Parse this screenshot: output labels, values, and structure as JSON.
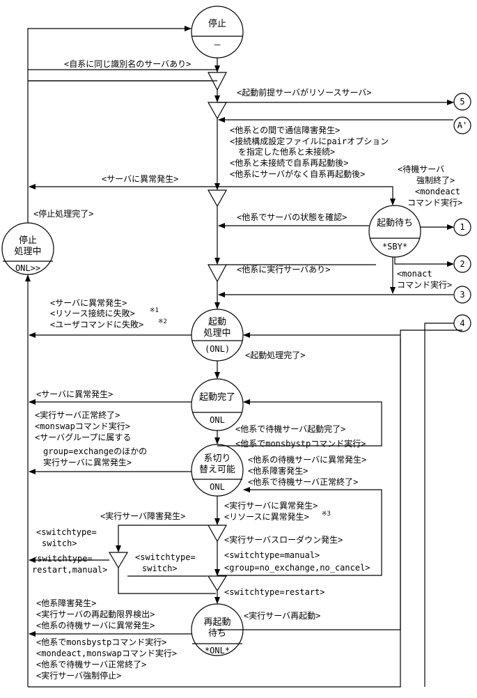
{
  "states": {
    "stop": {
      "name": "停止",
      "sub": "－"
    },
    "stopping": {
      "name1": "停止",
      "name2": "処理中",
      "sub": "ONL>>"
    },
    "standby": {
      "name": "起動待ち",
      "sub": "*SBY*"
    },
    "starting": {
      "name1": "起動",
      "name2": "処理中",
      "sub": "(ONL)"
    },
    "started": {
      "name": "起動完了",
      "sub": "ONL"
    },
    "switchable": {
      "name1": "系切り",
      "name2": "替え可能",
      "sub": "ONL"
    },
    "restartwait": {
      "name1": "再起動",
      "name2": "待ち",
      "sub": "*ONL*"
    }
  },
  "connectors": {
    "c5": "5",
    "cA": "A'",
    "c1": "1",
    "c2": "2",
    "c3": "3",
    "c4": "4"
  },
  "labels": {
    "same_name": "<自系に同じ識別名のサーバあり>",
    "prereq": "<起動前提サーバがリソースサーバ>",
    "comm1": "<他系との間で通信障害発生>",
    "comm2": "<接続構成設定ファイルにpairオプション",
    "comm3": "を指定した他系と未接続>",
    "comm4": "<他系と未接続で自系再起動後>",
    "comm5": "<他系にサーバがなく自系再起動後>",
    "server_err1": "<サーバに異常発生>",
    "force1": "<待機サーバ",
    "force2": "強制終了>",
    "force3": "<mondeact",
    "force4": "コマンド実行>",
    "stop_done": "<停止処理完了>",
    "confirm": "<他系でサーバの状態を確認>",
    "exec_exists": "<他系に実行サーバあり>",
    "monact1": "<monact",
    "monact2": "コマンド実行>",
    "start_fail1": "<サーバに異常発生>",
    "start_fail2": "<リソース接続に失敗>",
    "start_fail2_note": "※1",
    "start_fail3": "<ユーザコマンドに失敗>",
    "start_fail3_note": "※2",
    "start_done": "<起動処理完了>",
    "server_err2": "<サーバに異常発生>",
    "sw1": "<実行サーバ正常終了>",
    "sw2": "<monswapコマンド実行>",
    "sw3": "<サーバグループに属する",
    "sw4": "group=exchangeのほかの",
    "sw5": "実行サーバに異常発生>",
    "back1": "<他系で待機サーバ起動完了>",
    "back2": "<他系でmonsbystpコマンド実行>",
    "back3": "<他系の待機サーバに異常発生>",
    "back4": "<他系障害発生>",
    "back5": "<他系で待機サーバ正常終了>",
    "exec_fail": "<実行サーバ障害発生>",
    "ex1": "<実行サーバに異常発生>",
    "ex2": "<リソースに異常発生>",
    "ex2_note": "※3",
    "slowdown": "<実行サーバスローダウン発生>",
    "manual1": "<switchtype=manual>",
    "manual2": "<group=no_exchange,no_cancel>",
    "st_switch1": "<switchtype=",
    "st_switch2": "switch>",
    "st_restart1": "<switchtype=",
    "st_restart2": "restart,manual>",
    "st_switch_c1": "<switchtype=",
    "st_switch_c2": "switch>",
    "st_restart": "<switchtype=restart>",
    "restart": "<実行サーバ再起動>",
    "rw1": "<他系障害発生>",
    "rw2": "<実行サーバの再起動限界検出>",
    "rw3": "<他系の待機サーバに異常発生>",
    "rw4": "<他系でmonsbystpコマンド実行>",
    "rw5": "<mondeact,monswapコマンド実行>",
    "rw6": "<他系で待機サーバ正常終了>",
    "rw7": "<実行サーバ強制停止>"
  }
}
